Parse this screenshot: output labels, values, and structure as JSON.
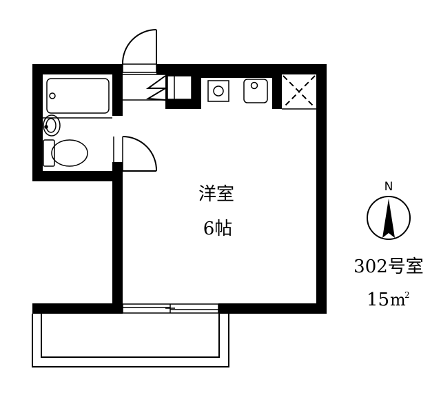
{
  "floorplan": {
    "room": {
      "type_label": "洋室",
      "size_label": "6帖"
    },
    "unit": {
      "number_label": "302号室",
      "area_number": "15",
      "area_unit": "m",
      "area_superscript": "2"
    },
    "compass": {
      "north_label": "N"
    },
    "colors": {
      "wall": "#000000",
      "background": "#ffffff"
    }
  }
}
